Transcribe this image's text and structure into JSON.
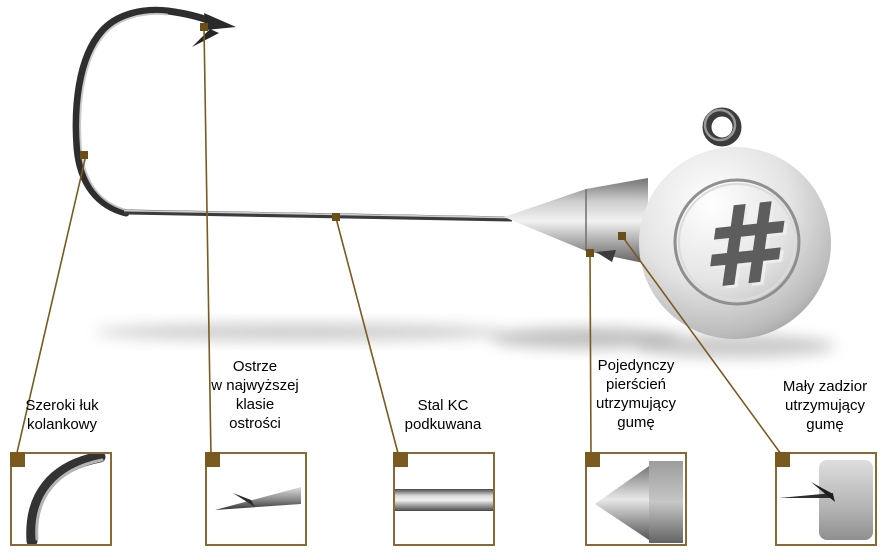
{
  "accent_colors": {
    "callout_line": "#7a5a1e",
    "box_border": "#8a6a33",
    "corner_marker": "#7a5a1e"
  },
  "head_engraving": "#",
  "callouts": [
    {
      "label": "Szeroki łuk\nkolankowy",
      "detail": "hook-bend"
    },
    {
      "label": "Ostrze\nw najwyższej\nklasie\nostrości",
      "detail": "hook-point"
    },
    {
      "label": "Stal KC\npodkuwana",
      "detail": "steel-shank"
    },
    {
      "label": "Pojedynczy\npierścień\nutrzymujący\ngumę",
      "detail": "retaining-ring"
    },
    {
      "label": "Mały zadzior\nutrzymujący\ngumę",
      "detail": "small-barb"
    }
  ]
}
